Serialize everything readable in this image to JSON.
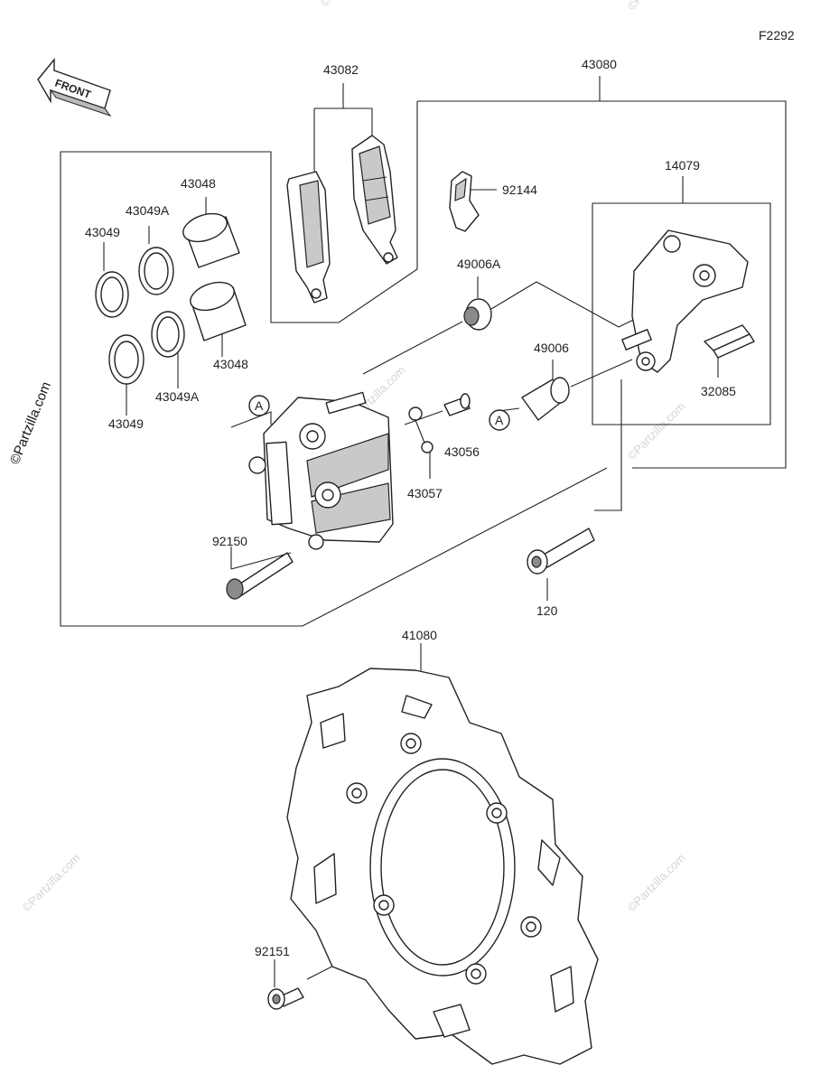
{
  "figure_code": "F2292",
  "front_label": "FRONT",
  "watermark": "©Partzilla.com",
  "side_watermark": "©Partzilla.com",
  "ref_marker": "A",
  "labels": {
    "p43082": "43082",
    "p43080": "43080",
    "p14079": "14079",
    "p92144": "92144",
    "p43048_top": "43048",
    "p43049A_top": "43049A",
    "p43049_top": "43049",
    "p43048_bottom": "43048",
    "p43049A_bottom": "43049A",
    "p43049_bottom": "43049",
    "p49006A": "49006A",
    "p49006": "49006",
    "p32085": "32085",
    "p43056": "43056",
    "p43057": "43057",
    "p92150": "92150",
    "p120": "120",
    "p41080": "41080",
    "p92151": "92151"
  }
}
